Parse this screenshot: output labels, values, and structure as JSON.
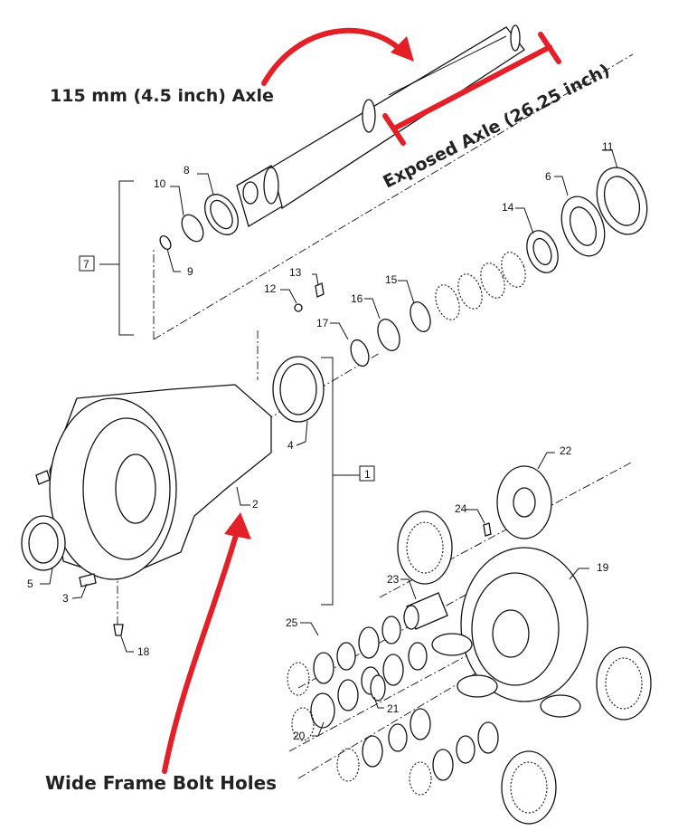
{
  "annotations": {
    "axle_label": "115 mm (4.5 inch) Axle",
    "exposed_label": "Exposed Axle (26.25 inch)",
    "bolt_label": "Wide Frame Bolt Holes"
  },
  "part_numbers": [
    "1",
    "2",
    "3",
    "4",
    "5",
    "6",
    "7",
    "8",
    "9",
    "10",
    "11",
    "12",
    "13",
    "14",
    "15",
    "16",
    "17",
    "18",
    "19",
    "20",
    "21",
    "22",
    "23",
    "24",
    "25"
  ],
  "colors": {
    "callout_red": "#e32027",
    "line": "#111111"
  }
}
